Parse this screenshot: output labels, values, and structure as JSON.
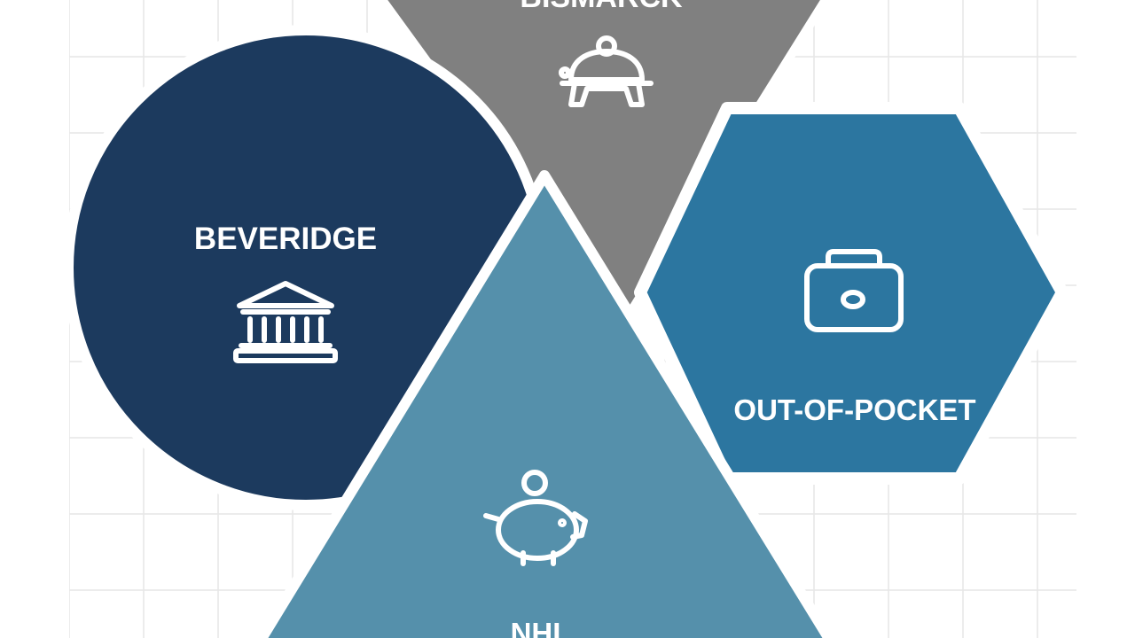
{
  "diagram": {
    "shapes": [
      {
        "id": "bismarck",
        "label": "BISMARCK",
        "shape": "inverted-triangle",
        "color": "#808080",
        "icon": "bell-icon"
      },
      {
        "id": "beveridge",
        "label": "BEVERIDGE",
        "shape": "circle",
        "color": "#1c3a5e",
        "icon": "government-building-icon"
      },
      {
        "id": "out-of-pocket",
        "label": "OUT-OF-POCKET",
        "shape": "hexagon",
        "color": "#2c76a0",
        "icon": "wallet-icon"
      },
      {
        "id": "nhi",
        "label": "NHI",
        "shape": "triangle",
        "color": "#5590ab",
        "icon": "piggy-bank-icon"
      }
    ],
    "background": {
      "grid_color": "#e6e6e6",
      "color": "#ffffff"
    }
  }
}
